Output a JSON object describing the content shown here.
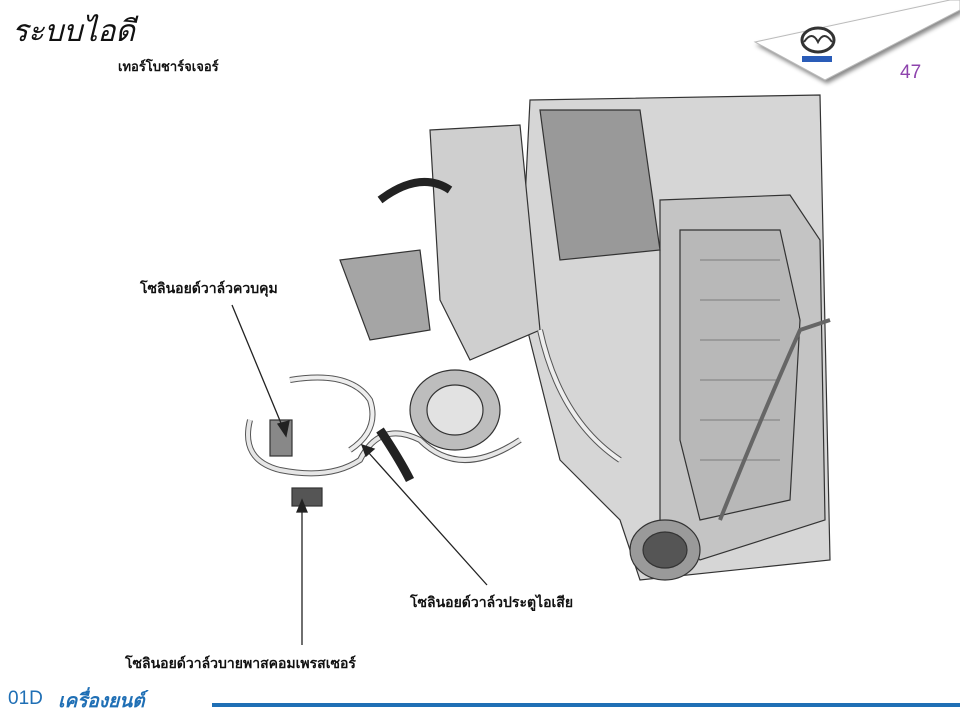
{
  "header": {
    "title": "ระบบไอดี",
    "subtitle": "เทอร์โบชาร์จเจอร์",
    "page_number": "47",
    "logo_text": "mazda"
  },
  "labels": {
    "control_solenoid": "โซลินอยด์วาล์วควบคุม",
    "wastegate_solenoid": "โซลินอยด์วาล์วประตูไอเสีย",
    "bypass_solenoid": "โซลินอยด์วาล์วบายพาสคอมเพรสเซอร์"
  },
  "footer": {
    "code": "01D",
    "title": "เครื่องยนต์"
  },
  "colors": {
    "accent": "#1f6fb5",
    "page_number": "#8e44ad"
  }
}
